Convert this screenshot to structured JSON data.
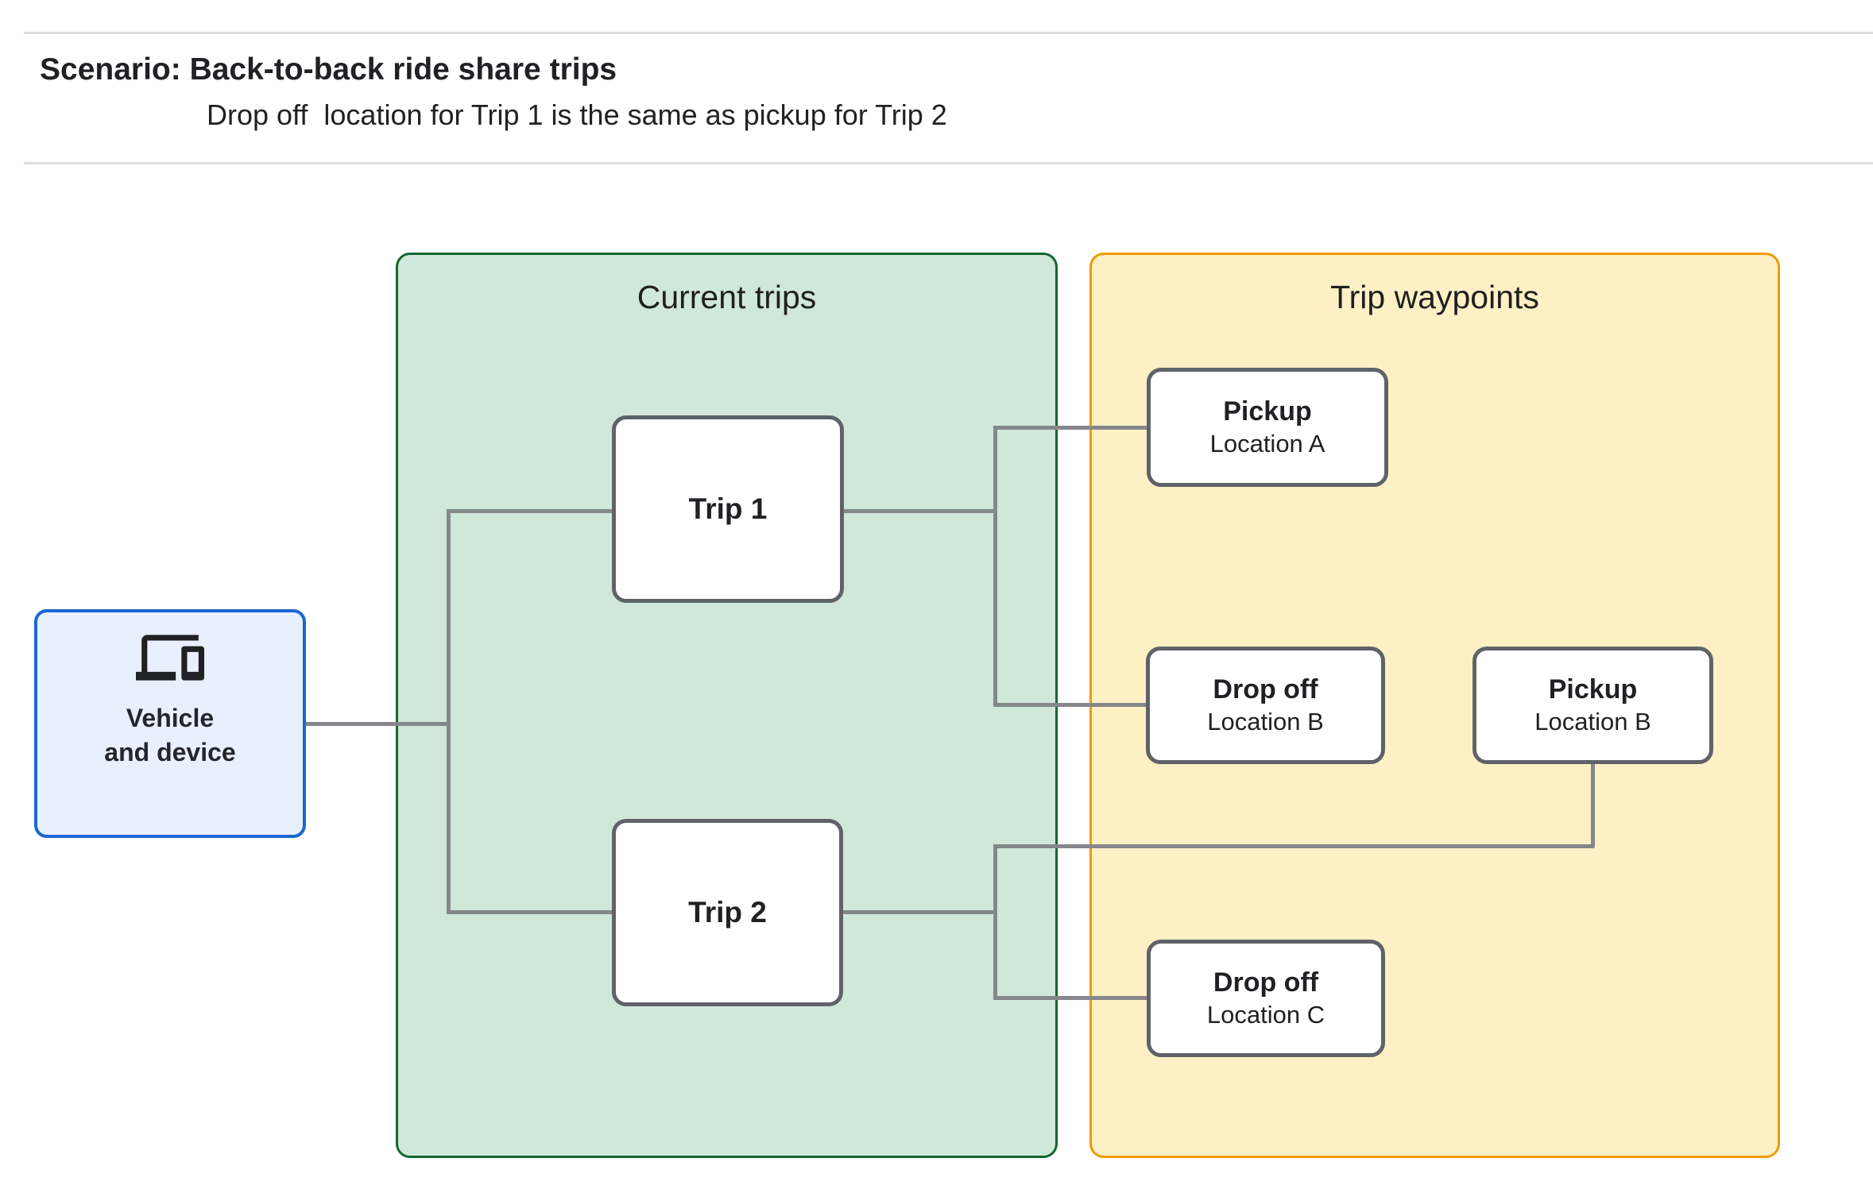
{
  "header": {
    "title": "Scenario: Back-to-back ride share trips",
    "subtitle": "Drop off  location for Trip 1 is the same as pickup for Trip 2"
  },
  "vehicle_node": {
    "icon": "devices-icon",
    "label_lines": [
      "Vehicle",
      "and device"
    ]
  },
  "panels": {
    "current_trips": {
      "title": "Current trips"
    },
    "trip_waypoints": {
      "title": "Trip waypoints"
    }
  },
  "nodes": {
    "trip1": {
      "label": "Trip 1"
    },
    "trip2": {
      "label": "Trip 2"
    },
    "pickup_a": {
      "title": "Pickup",
      "subtitle": "Location A"
    },
    "dropoff_b": {
      "title": "Drop off",
      "subtitle": "Location B"
    },
    "pickup_b": {
      "title": "Pickup",
      "subtitle": "Location B"
    },
    "dropoff_c": {
      "title": "Drop off",
      "subtitle": "Location C"
    }
  },
  "colors": {
    "vehicle_fill": "#e8f0fe",
    "vehicle_border": "#1967d2",
    "current_trips_fill": "#d0e8da",
    "current_trips_border": "#14662e",
    "waypoints_fill": "#fdf0c5",
    "waypoints_border": "#f29900",
    "node_border": "#5f6368",
    "connector": "#85878a",
    "divider": "#dadce0"
  }
}
